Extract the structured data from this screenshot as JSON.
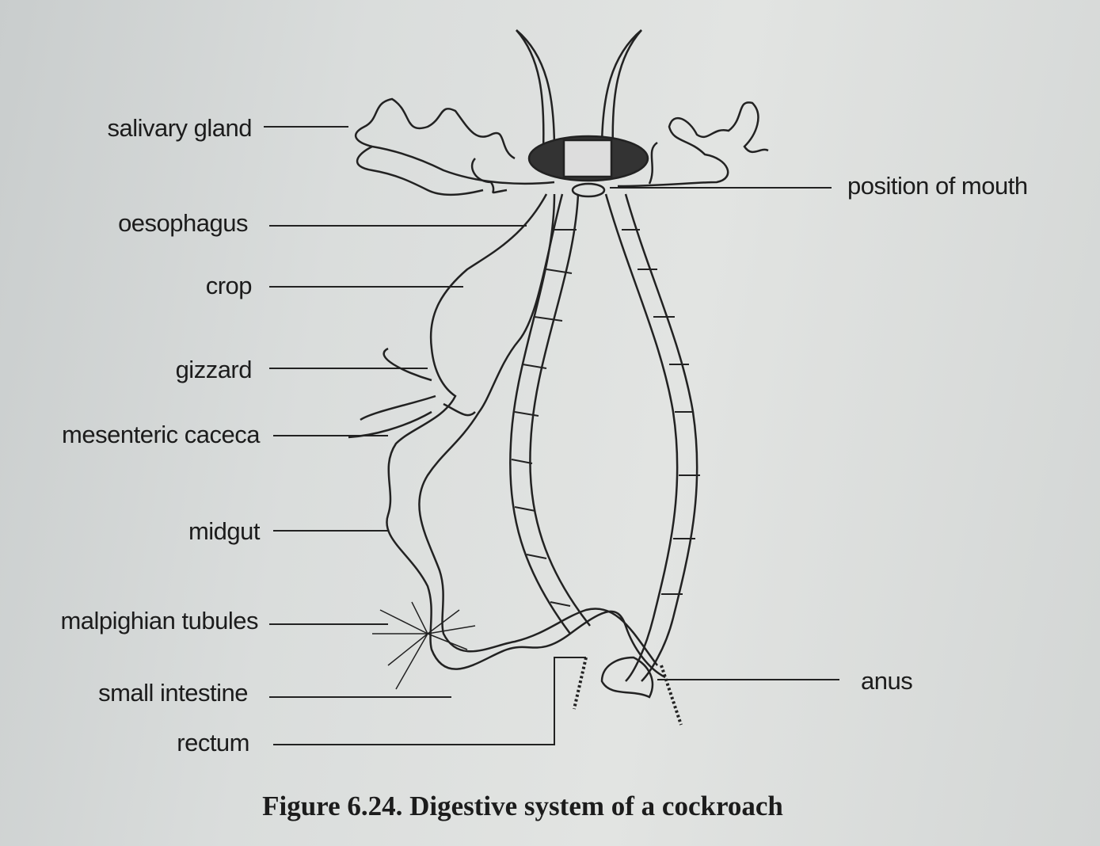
{
  "figure": {
    "caption": "Figure 6.24. Digestive system of a cockroach",
    "labels": {
      "salivary_gland": "salivary gland",
      "oesophagus": "oesophagus",
      "crop": "crop",
      "gizzard": "gizzard",
      "mesenteric_caceca": "mesenteric caceca",
      "midgut": "midgut",
      "malpighian_tubules": "malpighian tubules",
      "small_intestine": "small intestine",
      "rectum": "rectum",
      "position_of_mouth": "position of mouth",
      "anus": "anus"
    }
  }
}
